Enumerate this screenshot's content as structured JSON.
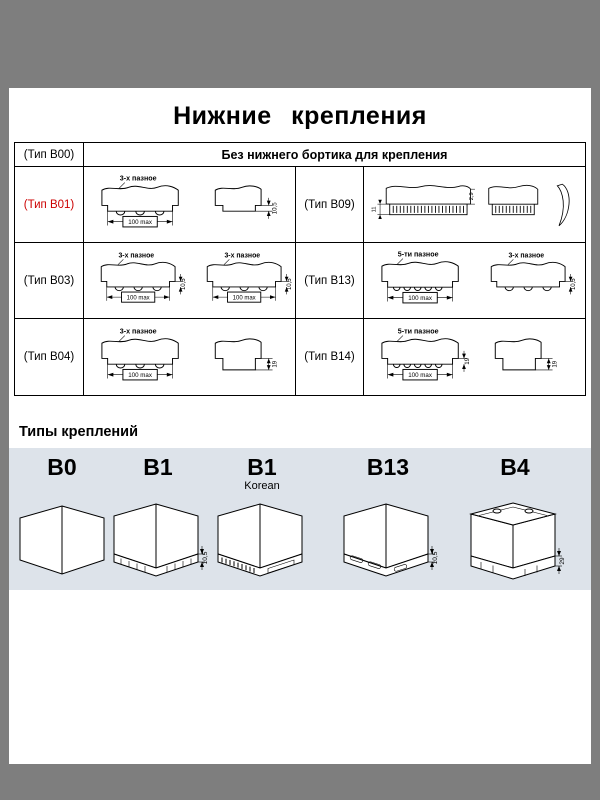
{
  "colors": {
    "page_background": "#7e7e7e",
    "band_background": "#dde3ea",
    "highlight_red": "#cc0000"
  },
  "page": {
    "title": "Нижние крепления"
  },
  "table": {
    "header": {
      "type_label": "(Тип B00)",
      "description": "Без нижнего бортика для крепления"
    },
    "rows": [
      {
        "left_type": "(Тип B01)",
        "left": {
          "d1": {
            "caption": "3-х пазное",
            "width_dim": "100 max"
          },
          "d2": {
            "height_dim": "10,5"
          }
        },
        "right_type": "(Тип B09)",
        "right": {
          "d1": {
            "height_dim": "11",
            "depth_dim": "2,9"
          }
        }
      },
      {
        "left_type": "(Тип B03)",
        "left": {
          "d1": {
            "caption": "3-х пазное",
            "width_dim": "100 max",
            "height_dim": "10,5"
          },
          "d2": {
            "caption": "3-х пазное",
            "width_dim": "100 max",
            "height_dim": "10,5"
          }
        },
        "right_type": "(Тип B13)",
        "right": {
          "d1": {
            "caption": "5-ти пазное",
            "width_dim": "100 max"
          },
          "d2": {
            "caption": "3-х пазное",
            "height_dim": "10,5"
          }
        }
      },
      {
        "left_type": "(Тип B04)",
        "left": {
          "d1": {
            "caption": "3-х пазное",
            "width_dim": "100 max"
          },
          "d2": {
            "height_dim": "19"
          }
        },
        "right_type": "(Тип B14)",
        "right": {
          "d1": {
            "caption": "5-ти пазное",
            "width_dim": "100 max",
            "height_dim": "19"
          },
          "d2": {
            "height_dim": "19"
          }
        }
      }
    ]
  },
  "band": {
    "heading": "Типы креплений",
    "items": [
      {
        "label": "B0"
      },
      {
        "label": "B1",
        "height_dim": "10,5"
      },
      {
        "label": "B1",
        "sublabel": "Korean"
      },
      {
        "label": "B13",
        "height_dim": "10,5"
      },
      {
        "label": "B4",
        "height_dim": "29"
      }
    ]
  }
}
